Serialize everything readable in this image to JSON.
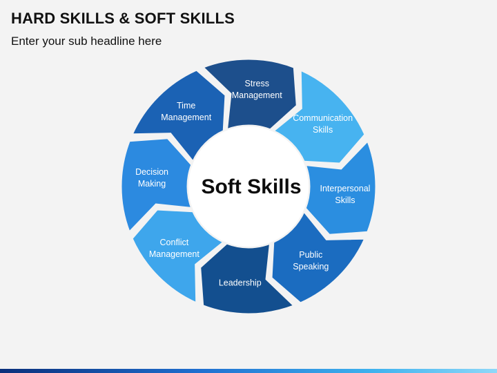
{
  "header": {
    "title": "HARD SKILLS & SOFT SKILLS",
    "subtitle": "Enter your sub headline here"
  },
  "diagram": {
    "center": "Soft Skills",
    "segments": [
      {
        "label": "Stress\nManagement",
        "color": "#1d4f8c"
      },
      {
        "label": "Communication\nSkills",
        "color": "#47b3f0"
      },
      {
        "label": "Interpersonal\nSkills",
        "color": "#2b8ee0"
      },
      {
        "label": "Public\nSpeaking",
        "color": "#1b6cc0"
      },
      {
        "label": "Leadership",
        "color": "#134f8f"
      },
      {
        "label": "Conflict\nManagement",
        "color": "#3ea6ec"
      },
      {
        "label": "Decision\nMaking",
        "color": "#2c8ae0"
      },
      {
        "label": "Time\nManagement",
        "color": "#1b62b4"
      }
    ]
  }
}
